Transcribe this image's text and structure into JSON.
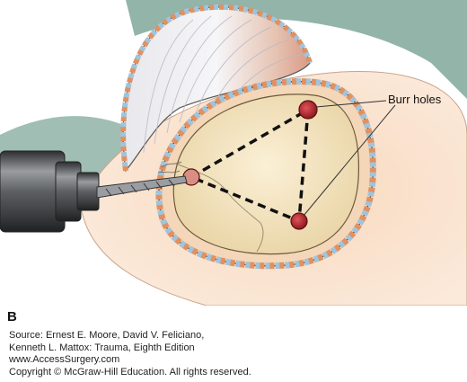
{
  "figure": {
    "panel_letter": "B",
    "label": "Burr holes"
  },
  "source": {
    "line1": "Source: Ernest E. Moore, David V. Feliciano,",
    "line2": "Kenneth L. Mattox: Trauma, Eighth Edition",
    "line3": "www.AccessSurgery.com",
    "line4": "Copyright © McGraw-Hill Education. All rights reserved."
  },
  "colors": {
    "skin": "#f6d9c0",
    "background_teal": "#7fa79a",
    "bone": "#f2e4c2",
    "burr_hole": "#b8262b",
    "scalp_edge_orange": "#e39060",
    "scalp_edge_blue": "#9fc4dc",
    "drill": "#6c6f72"
  }
}
